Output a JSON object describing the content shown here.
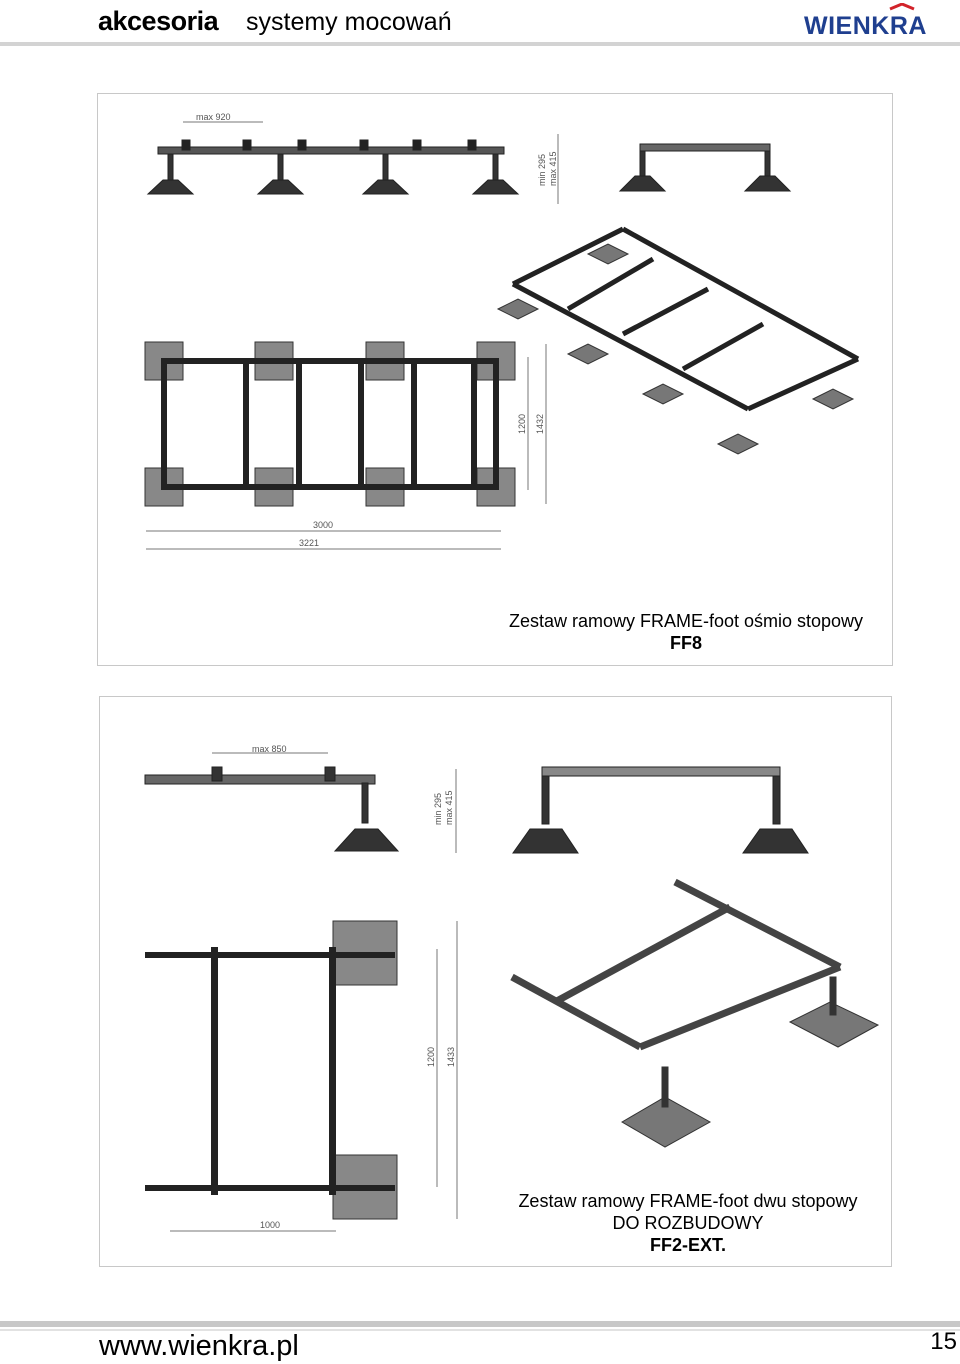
{
  "header": {
    "category": "akcesoria",
    "subtitle": "systemy mocowań",
    "brand": "WIENKRA"
  },
  "figures": [
    {
      "dimensions": {
        "spacing": "max 920",
        "height_min": "min 295",
        "height_max": "max 415",
        "width_inner": "1200",
        "width_outer": "1432",
        "length_inner": "3000",
        "length_outer": "3221"
      },
      "caption": "Zestaw ramowy FRAME-foot ośmio stopowy",
      "code": "FF8"
    },
    {
      "dimensions": {
        "spacing": "max 850",
        "height_min": "min 295",
        "height_max": "max 415",
        "width_inner": "1200",
        "width_outer": "1433",
        "length": "1000"
      },
      "caption_line1": "Zestaw ramowy FRAME-foot dwu stopowy",
      "caption_line2": "DO ROZBUDOWY",
      "code": "FF2-EXT."
    }
  ],
  "footer": {
    "website": "www.wienkra.pl",
    "page_number": "15"
  }
}
